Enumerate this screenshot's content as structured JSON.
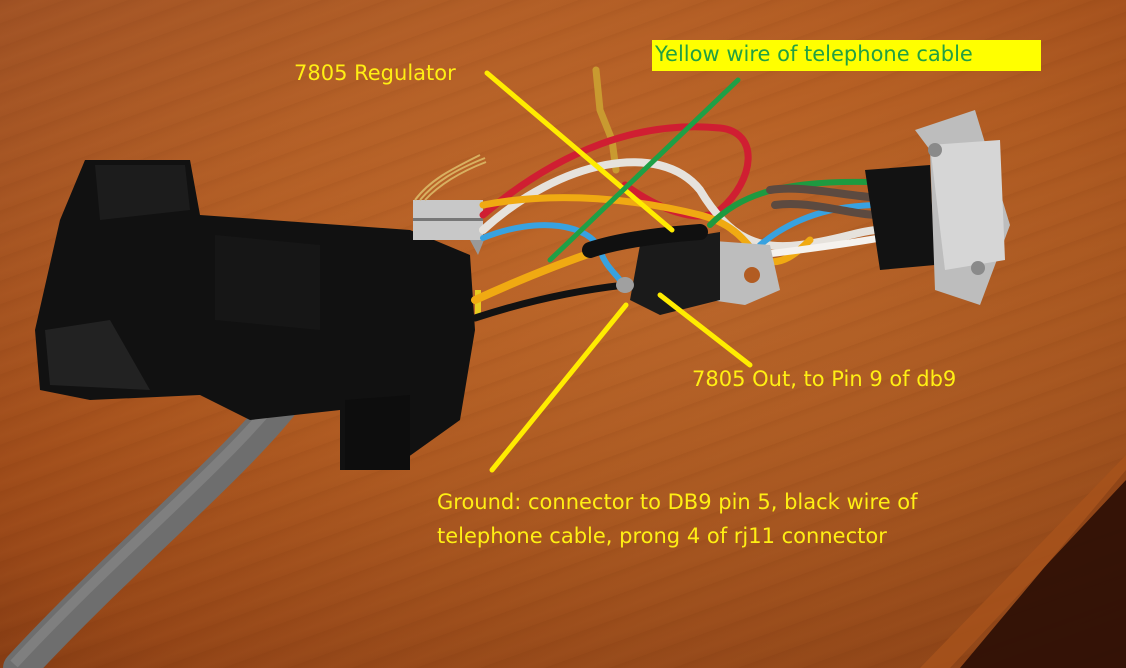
{
  "annotations": {
    "regulator": "7805 Regulator",
    "yellow_wire": "Yellow wire of telephone cable",
    "out": "7805 Out, to Pin 9 of db9",
    "ground_line1": "Ground: connector to DB9 pin 5, black wire of",
    "ground_line2": "telephone cable, prong 4 of rj11 connector"
  },
  "colors": {
    "label_text": "#ffef14",
    "label_box": "#ffff00",
    "label_box_text": "#22a042",
    "pointer_yellow": "#ffec00",
    "pointer_green": "#1ea046",
    "wood": "#b25c22"
  }
}
